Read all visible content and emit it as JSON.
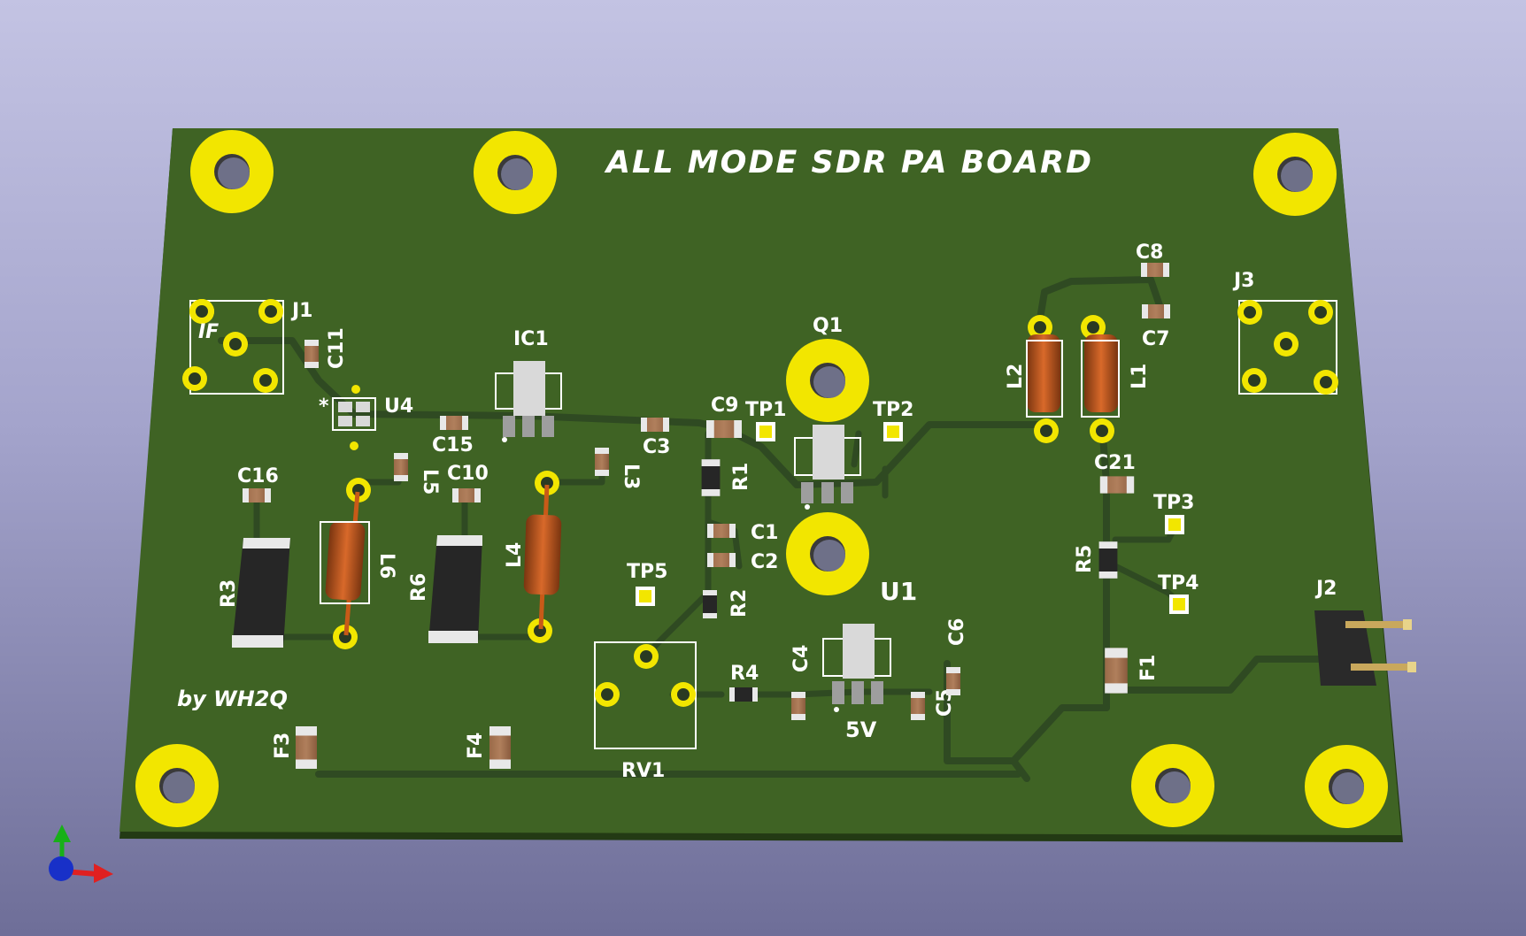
{
  "board": {
    "title": "ALL MODE SDR PA BOARD",
    "author": "by WH2Q",
    "colors": {
      "soldermask": "#3f6324",
      "copper_pad": "#f2e600",
      "silkscreen": "#ffffff",
      "background_top": "#c3c3e3",
      "background_bottom": "#6e6e98"
    }
  },
  "components": {
    "connectors": {
      "j1": "J1",
      "j1_note": "IF",
      "j2": "J2",
      "j3": "J3"
    },
    "ics": {
      "ic1": "IC1",
      "u1": "U1",
      "u1_note": "5V",
      "u4": "U4",
      "u4_mark": "*"
    },
    "transistor": {
      "q1": "Q1"
    },
    "inductors": {
      "l1": "L1",
      "l2": "L2",
      "l3": "L3",
      "l4": "L4",
      "l5": "L5",
      "l6": "L6"
    },
    "resistors": {
      "r1": "R1",
      "r2": "R2",
      "r3": "R3",
      "r4": "R4",
      "r5": "R5",
      "r6": "R6",
      "rv1": "RV1"
    },
    "capacitors": {
      "c1": "C1",
      "c2": "C2",
      "c3": "C3",
      "c4": "C4",
      "c5": "C5",
      "c6": "C6",
      "c7": "C7",
      "c8": "C8",
      "c9": "C9",
      "c10": "C10",
      "c11": "C11",
      "c15": "C15",
      "c16": "C16",
      "c21": "C21"
    },
    "fuses": {
      "f1": "F1",
      "f3": "F3",
      "f4": "F4"
    },
    "testpoints": {
      "tp1": "TP1",
      "tp2": "TP2",
      "tp3": "TP3",
      "tp4": "TP4",
      "tp5": "TP5"
    }
  },
  "axes_gizmo": {
    "x_color": "#e02020",
    "y_color": "#18b018",
    "z_color": "#1830c8"
  }
}
